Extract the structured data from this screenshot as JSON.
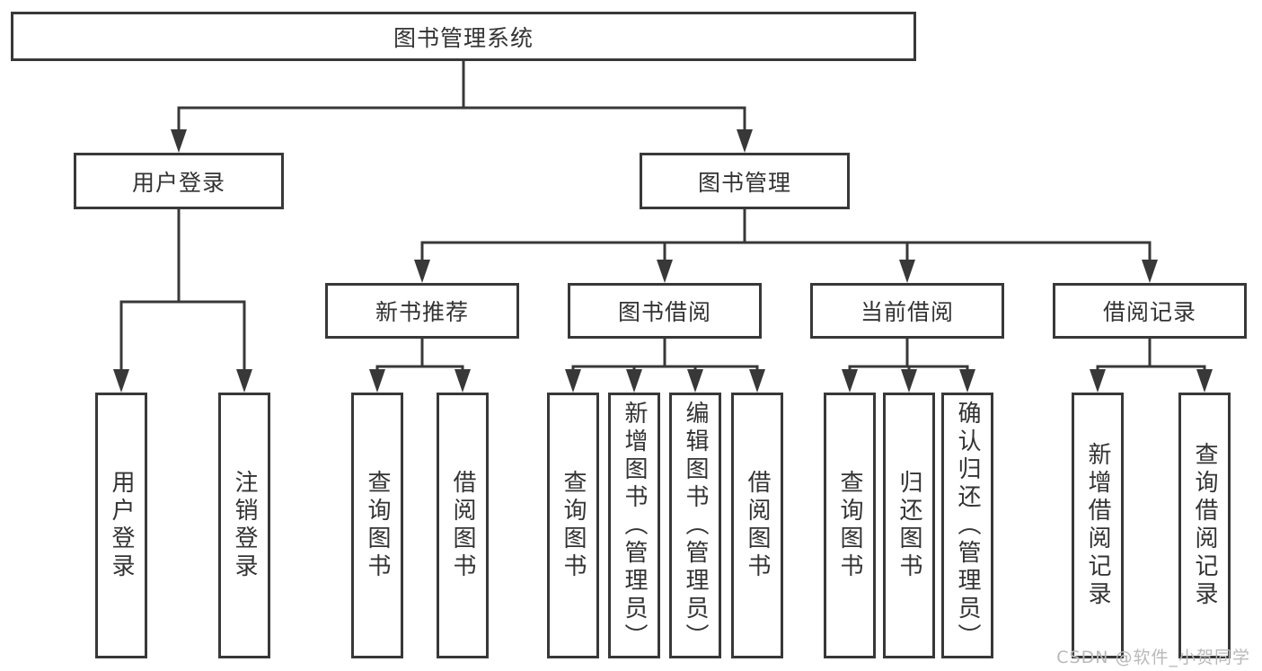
{
  "colors": {
    "line": "#383838",
    "text": "#333333",
    "watermark": "#b9b9b9",
    "background": "#ffffff"
  },
  "tree": {
    "root": {
      "label": "图书管理系统",
      "children": [
        {
          "label": "用户登录",
          "children": [
            {
              "label": "用户登录"
            },
            {
              "label": "注销登录"
            }
          ]
        },
        {
          "label": "图书管理",
          "children": [
            {
              "label": "新书推荐",
              "children": [
                {
                  "label": "查询图书"
                },
                {
                  "label": "借阅图书"
                }
              ]
            },
            {
              "label": "图书借阅",
              "children": [
                {
                  "label": "查询图书"
                },
                {
                  "label": "新增图书（管理员）"
                },
                {
                  "label": "编辑图书（管理员）"
                },
                {
                  "label": "借阅图书"
                }
              ]
            },
            {
              "label": "当前借阅",
              "children": [
                {
                  "label": "查询图书"
                },
                {
                  "label": "归还图书"
                },
                {
                  "label": "确认归还（管理员）"
                }
              ]
            },
            {
              "label": "借阅记录",
              "children": [
                {
                  "label": "新增借阅记录"
                },
                {
                  "label": "查询借阅记录"
                }
              ]
            }
          ]
        }
      ]
    }
  },
  "watermark": {
    "text": "CSDN @软件_小贺同学"
  }
}
